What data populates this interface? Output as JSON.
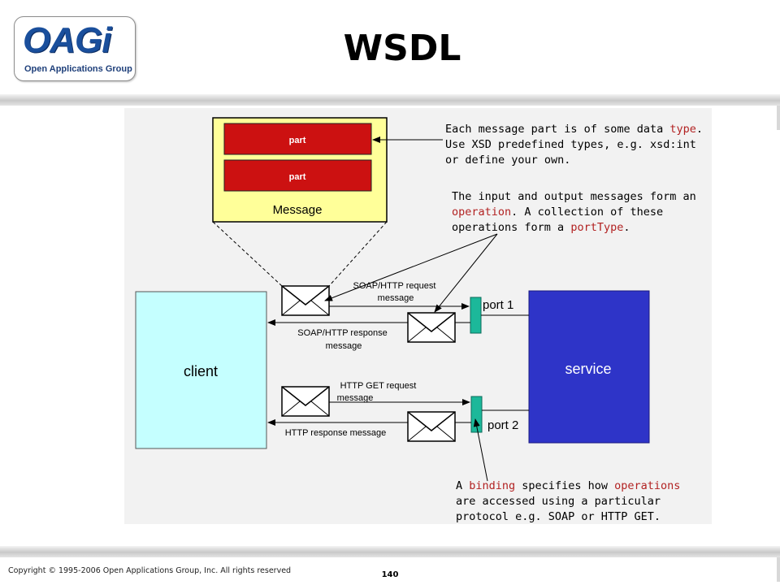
{
  "logo": {
    "mark": "OAGi",
    "subtitle": "Open Applications Group"
  },
  "title": "WSDL",
  "diagram": {
    "message_box": {
      "part_labels": [
        "part",
        "part"
      ],
      "label": "Message"
    },
    "client_label": "client",
    "service_label": "service",
    "ports": [
      "port 1",
      "port 2"
    ],
    "flows": {
      "soap_request": [
        "SOAP/HTTP request",
        "message"
      ],
      "soap_response": [
        "SOAP/HTTP response",
        "message"
      ],
      "get_request": [
        "HTTP GET request",
        "message"
      ],
      "get_response": "HTTP response message"
    },
    "note_types": {
      "line1a": "Each message part is of some data ",
      "line1b": "type",
      "line1c": ".",
      "line2": "Use XSD predefined types, e.g. xsd:int",
      "line3": "or define your own."
    },
    "note_operations": {
      "line1": "The input and output messages form an",
      "line2a": "operation",
      "line2b": ". A collection of these",
      "line3a": "operations form a ",
      "line3b": "portType",
      "line3c": "."
    },
    "note_binding": {
      "line1a": "A ",
      "line1b": "binding",
      "line1c": " specifies how ",
      "line1d": "operations",
      "line2": "are accessed using a particular",
      "line3": "protocol e.g. SOAP or HTTP GET."
    }
  },
  "footer": {
    "copyright": "Copyright © 1995-2006 Open Applications Group, Inc.  All rights reserved",
    "page_number": "140"
  },
  "colors": {
    "part_fill": "#cc1111",
    "message_fill": "#ffff99",
    "client_fill": "#c5ffff",
    "service_fill": "#2e34c8",
    "port_fill": "#1cb89a",
    "highlight_text": "#b22222"
  }
}
